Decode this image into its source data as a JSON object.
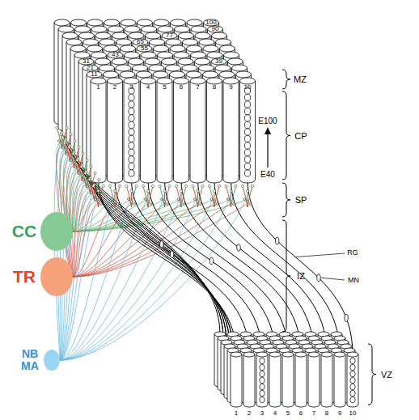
{
  "diagram": {
    "nodes": [
      {
        "text": [
          "CC"
        ]
      },
      {
        "text": [
          "TR"
        ]
      },
      {
        "text": [
          "NB MA"
        ]
      }
    ],
    "labels": [
      "100",
      "90",
      "77",
      "65",
      "55",
      "43",
      "39",
      "31",
      "21",
      "11",
      "1",
      "2",
      "3",
      "4",
      "5",
      "6",
      "7",
      "8",
      "9",
      "10",
      "MZ",
      "E100",
      "CP",
      "E40",
      "SP",
      "RG",
      "MN",
      "IZ",
      "VZ",
      "1",
      "2",
      "3",
      "4",
      "5",
      "6",
      "7",
      "8",
      "9",
      "10"
    ]
  }
}
